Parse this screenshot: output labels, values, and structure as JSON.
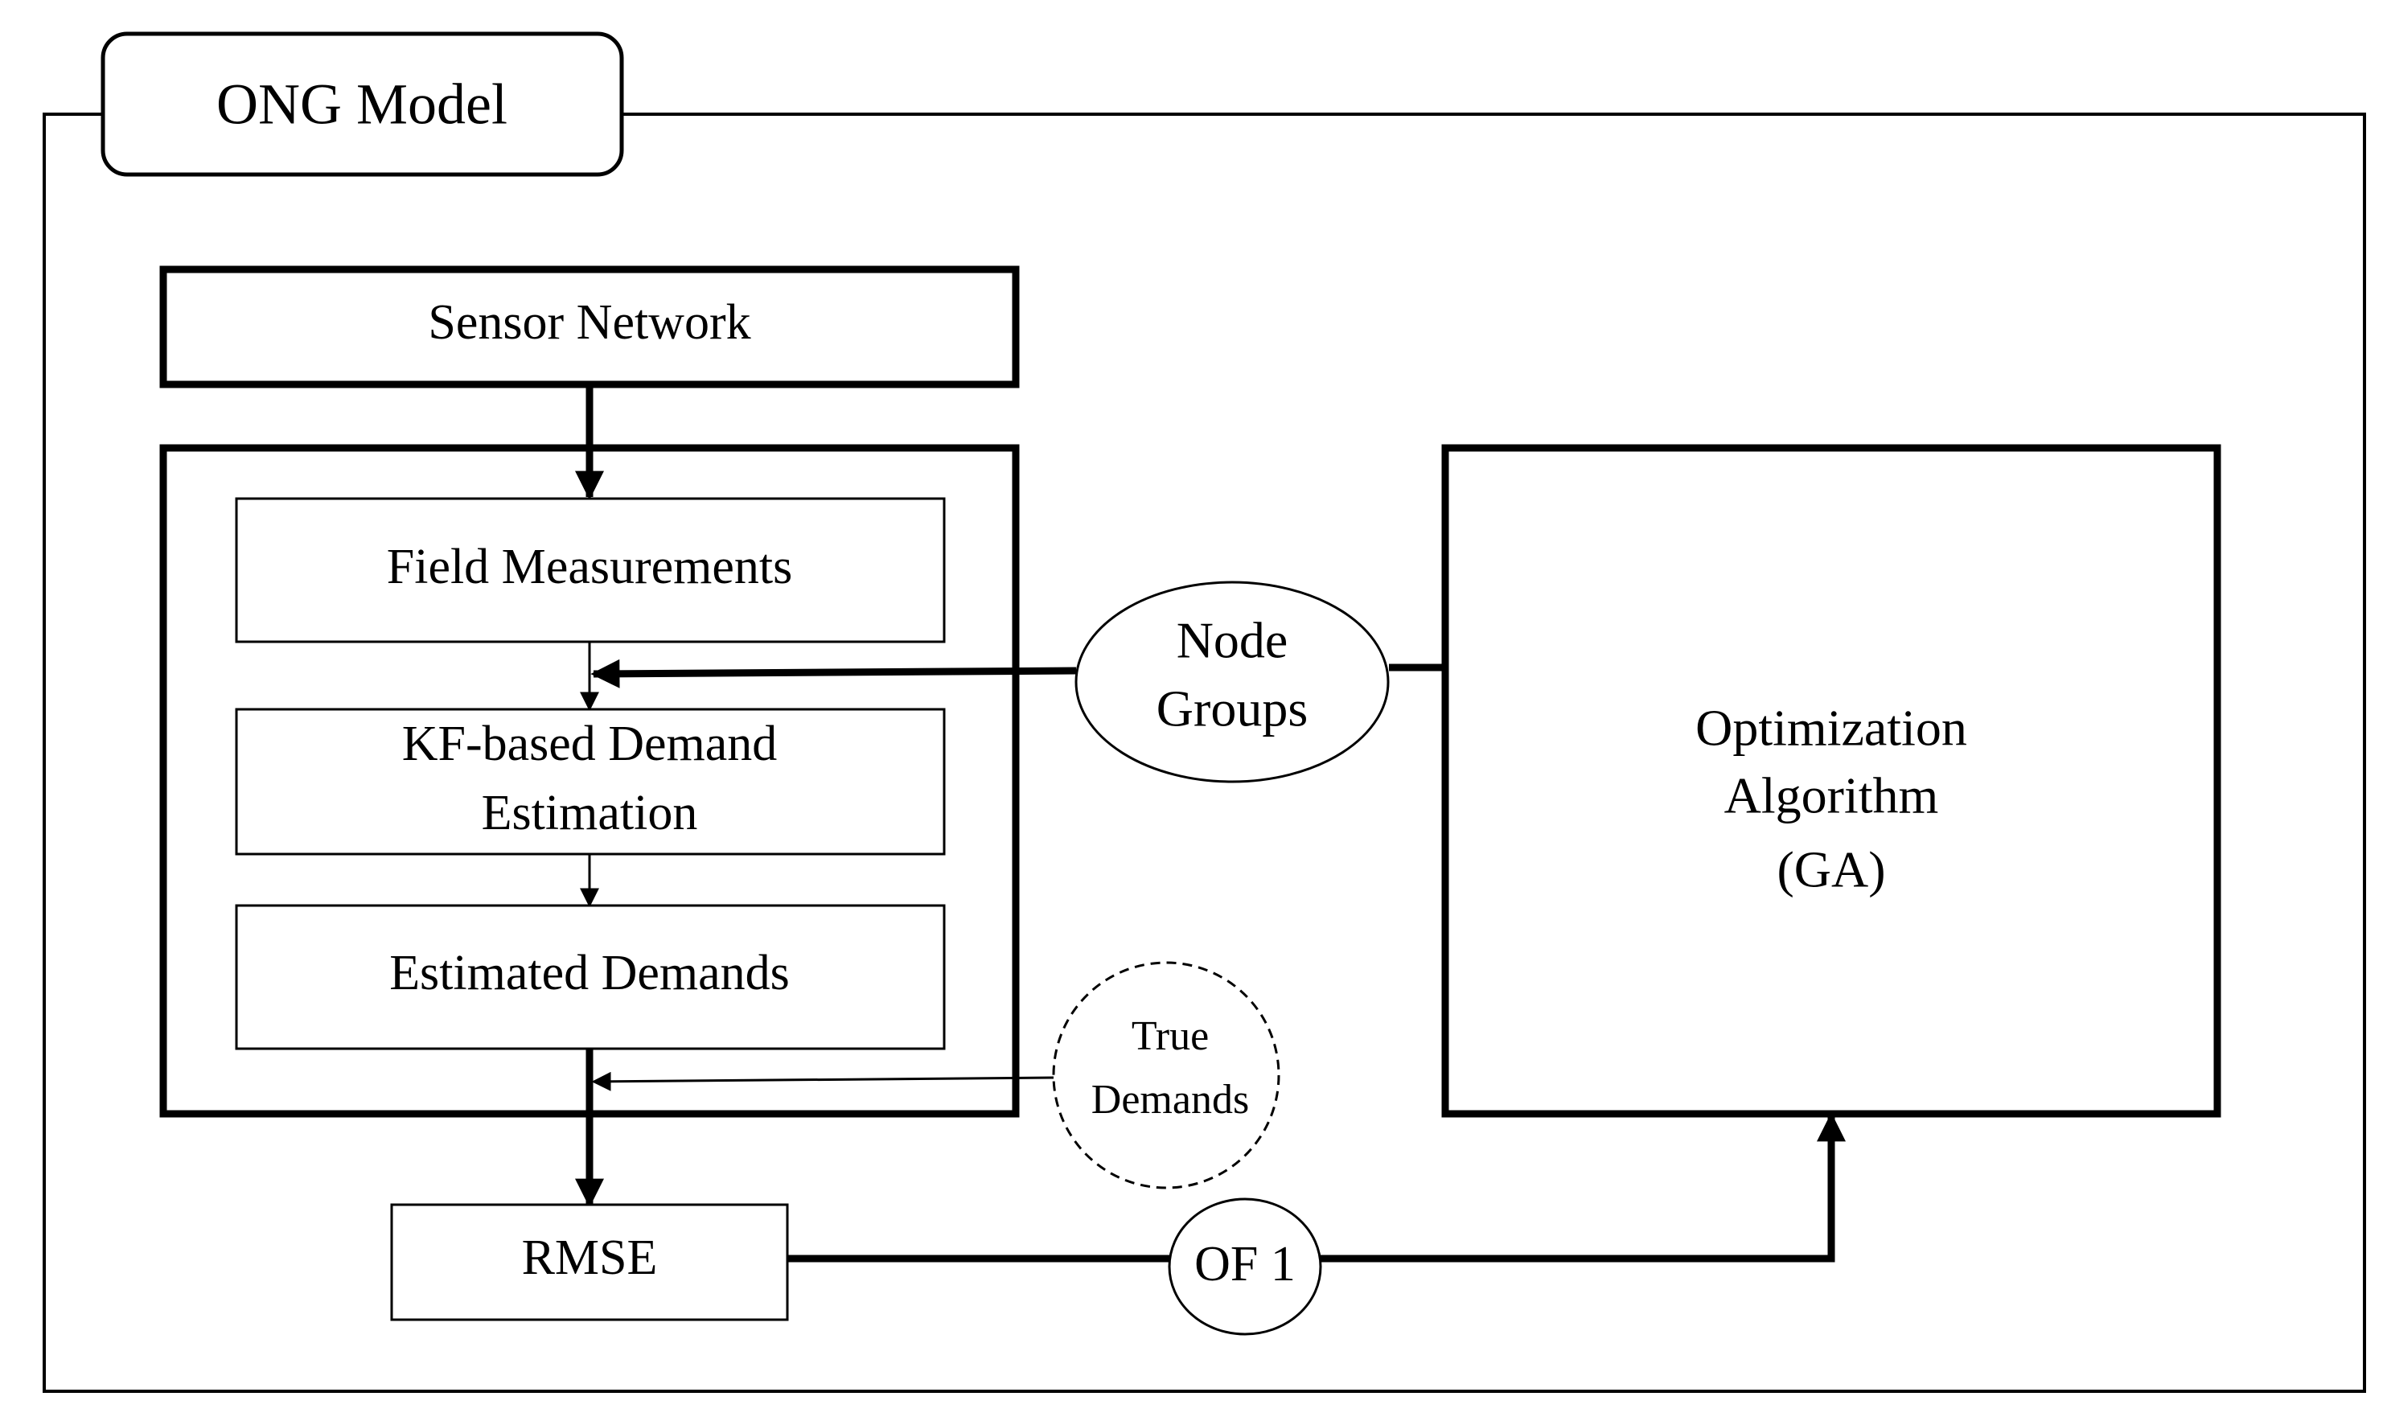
{
  "diagram": {
    "title": "ONG Model",
    "sensor_network": "Sensor Network",
    "field_measurements": "Field Measurements",
    "kf_estimation": [
      "KF-based Demand",
      "Estimation"
    ],
    "estimated_demands": "Estimated Demands",
    "rmse": "RMSE",
    "node_groups": [
      "Node",
      "Groups"
    ],
    "true_demands": [
      "True",
      "Demands"
    ],
    "of1": "OF 1",
    "optimization": [
      "Optimization",
      "Algorithm",
      "(GA)"
    ]
  }
}
